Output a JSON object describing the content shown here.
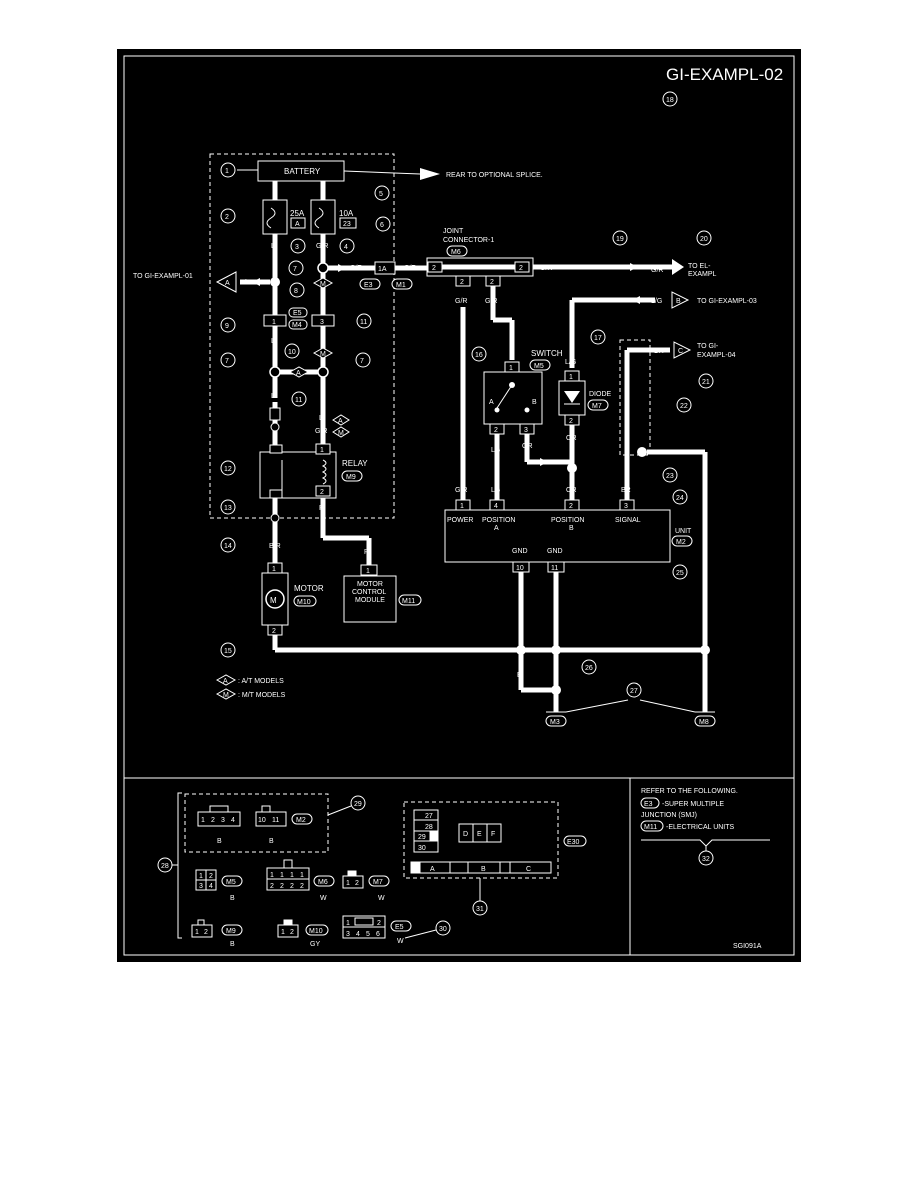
{
  "title": "GI-EXAMPL-02",
  "code": "SGI091A",
  "colors": {
    "background": "#000000",
    "foreground": "#ffffff",
    "page": "#ffffff"
  },
  "battery": "BATTERY",
  "rear_note": "REAR TO OPTIONAL SPLICE.",
  "fuse_25a": "25A",
  "fuse_25a_id": "A",
  "fuse_10a": "10A",
  "fuse_10a_id": "23",
  "to_gi01": "TO GI-EXAMPL-01",
  "to_el": "TO EL-",
  "to_el2": "EXAMPL",
  "to_gi03": "TO GI-EXAMPL-03",
  "to_gi04": "TO GI-",
  "to_gi04b": "EXAMPL-04",
  "joint": "JOINT",
  "joint2": "CONNECTOR-1",
  "switch": "SWITCH",
  "diode": "DIODE",
  "relay": "RELAY",
  "motor": "MOTOR",
  "mcm": [
    "MOTOR",
    "CONTROL",
    "MODULE"
  ],
  "unit": "UNIT",
  "power": "POWER",
  "pos_a": "POSITION",
  "pos_b": "POSITION",
  "signal": "SIGNAL",
  "gnd": "GND",
  "at_models": ": A/T MODELS",
  "mt_models": ": M/T MODELS",
  "refer": "REFER TO THE FOLLOWING.",
  "smj": [
    "-SUPER MULTIPLE",
    "JUNCTION (SMJ)"
  ],
  "elec": "-ELECTRICAL UNITS",
  "conn": {
    "E3": "E3",
    "E5": "E5",
    "M1": "M1",
    "M2": "M2",
    "M3": "M3",
    "M4": "M4",
    "M5": "M5",
    "M6": "M6",
    "M7": "M7",
    "M8": "M8",
    "M9": "M9",
    "M10": "M10",
    "M11": "M11",
    "E30": "E30"
  },
  "wires": {
    "L": "L",
    "GR": "G/R",
    "LG": "L/G",
    "BR": "BR",
    "OR": "OR",
    "B": "B",
    "BR2": "B/R",
    "R": "R",
    "LG2": "LG",
    "LG3": "LG"
  },
  "tags": {
    "A": "A",
    "M": "M",
    "B": "B",
    "C": "C"
  },
  "pins": {
    "p1": "1",
    "p2": "2",
    "p3": "3",
    "p4": "4",
    "p10": "10",
    "p11": "11",
    "p1A": "1A"
  },
  "callouts": [
    "1",
    "2",
    "3",
    "4",
    "5",
    "6",
    "7",
    "8",
    "9",
    "10",
    "11",
    "12",
    "13",
    "14",
    "15",
    "16",
    "17",
    "18",
    "19",
    "20",
    "21",
    "22",
    "23",
    "24",
    "25",
    "26",
    "27",
    "28",
    "29",
    "30",
    "31",
    "32"
  ],
  "legend": {
    "c1": [
      "1",
      "2",
      "3",
      "4"
    ],
    "c2": [
      "10",
      "11"
    ],
    "c2_label": "M2",
    "color_b": "B",
    "color_w": "W",
    "color_gy": "GY",
    "c5": [
      "1",
      "2",
      "3",
      "4"
    ],
    "c6_top": [
      "1",
      "1",
      "1",
      "1"
    ],
    "c6_bot": [
      "2",
      "2",
      "2",
      "2"
    ],
    "c7": [
      "1",
      "2"
    ],
    "c9": [
      "1",
      "2"
    ],
    "c10": [
      "1",
      "2"
    ],
    "e5_top": [
      "1",
      "2"
    ],
    "e5_bot": [
      "3",
      "4",
      "5",
      "6"
    ],
    "e30_nums": [
      "27",
      "28",
      "29",
      "30"
    ],
    "e30_def": [
      "D",
      "E",
      "F"
    ],
    "e30_abc": [
      "A",
      "B",
      "C"
    ]
  }
}
